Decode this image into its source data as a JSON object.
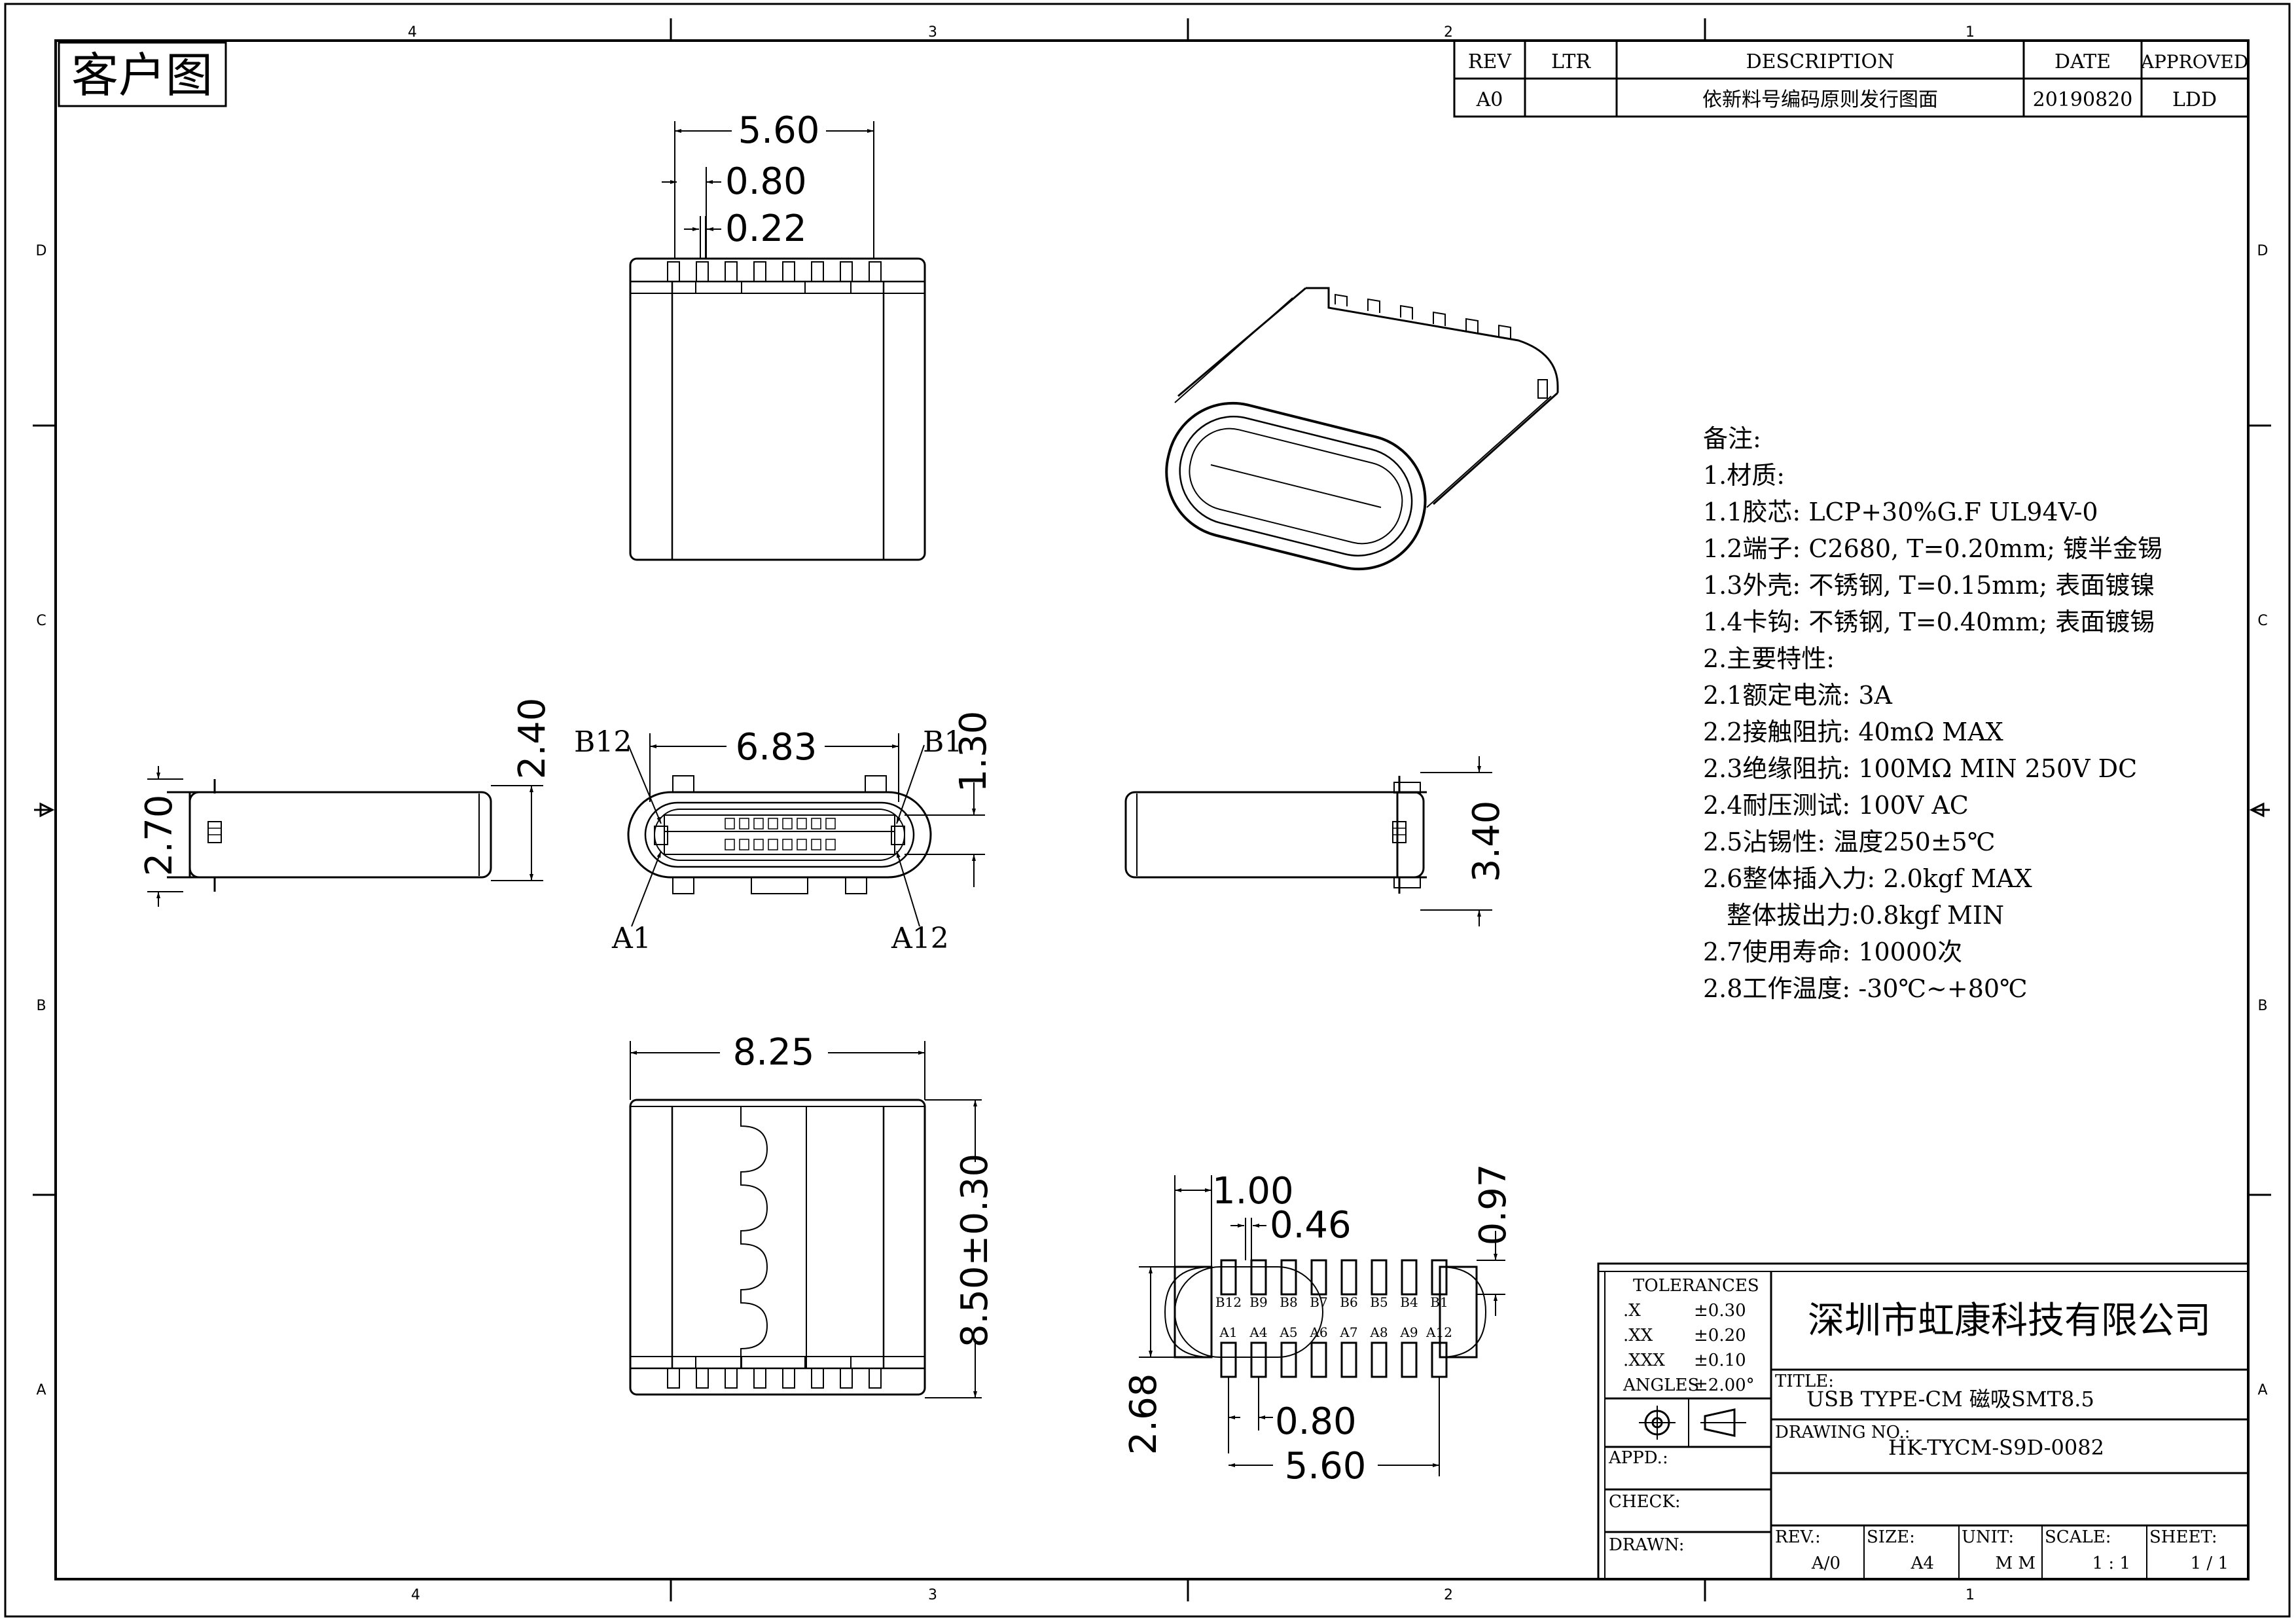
{
  "title_tag": "客户图",
  "zones": {
    "columns": [
      "4",
      "3",
      "2",
      "1"
    ],
    "rows": [
      "D",
      "C",
      "B",
      "A"
    ]
  },
  "revision_table": {
    "headers": [
      "REV",
      "LTR",
      "DESCRIPTION",
      "DATE",
      "APPROVED"
    ],
    "row": [
      "A0",
      "",
      "依新料号编码原则发行图面",
      "20190820",
      "LDD"
    ]
  },
  "dims": {
    "top_width": "5.60",
    "top_pitch": "0.80",
    "top_pin": "0.22",
    "side_left_height": "2.70",
    "front_height": "2.40",
    "front_width": "6.83",
    "front_inner": "1.30",
    "right_height": "3.40",
    "bottom_width": "8.25",
    "bottom_length": "8.50±0.30",
    "pad_pitch_pair": "1.00",
    "pad_width": "0.46",
    "pad_length": "0.97",
    "pad_row_height": "2.68",
    "pad_pitch": "0.80",
    "pad_span": "5.60"
  },
  "pin_labels": {
    "b12": "B12",
    "b1": "B1",
    "a1": "A1",
    "a12": "A12"
  },
  "pad_row_b": [
    "B12",
    "B9",
    "B8",
    "B7",
    "B6",
    "B5",
    "B4",
    "B1"
  ],
  "pad_row_a": [
    "A1",
    "A4",
    "A5",
    "A6",
    "A7",
    "A8",
    "A9",
    "A12"
  ],
  "notes": [
    "备注:",
    "1.材质:",
    "1.1胶芯: LCP+30%G.F UL94V-0",
    "1.2端子: C2680, T=0.20mm; 镀半金锡",
    "1.3外壳: 不锈钢, T=0.15mm; 表面镀镍",
    "1.4卡钩: 不锈钢, T=0.40mm; 表面镀锡",
    "2.主要特性:",
    "2.1额定电流: 3A",
    "2.2接触阻抗: 40mΩ MAX",
    "2.3绝缘阻抗: 100MΩ MIN 250V DC",
    "2.4耐压测试: 100V AC",
    "2.5沾锡性: 温度250±5℃",
    "2.6整体插入力: 2.0kgf MAX",
    "   整体拔出力:0.8kgf MIN",
    "2.7使用寿命: 10000次",
    "2.8工作温度: -30℃~+80℃"
  ],
  "title_block": {
    "tolerances_label": "TOLERANCES",
    "tol_rows": [
      [
        ".X",
        "±0.30"
      ],
      [
        ".XX",
        "±0.20"
      ],
      [
        ".XXX",
        "±0.10"
      ],
      [
        "ANGLES",
        "±2.00°"
      ]
    ],
    "company": "深圳市虹康科技有限公司",
    "title_label": "TITLE:",
    "title": "USB TYPE-CM 磁吸SMT8.5",
    "drawing_no_label": "DRAWING NO.:",
    "drawing_no": "HK-TYCM-S9D-0082",
    "appd_label": "APPD.:",
    "check_label": "CHECK:",
    "drawn_label": "DRAWN:",
    "rev_label": "REV.:",
    "rev": "A/0",
    "size_label": "SIZE:",
    "size": "A4",
    "unit_label": "UNIT:",
    "unit": "M M",
    "scale_label": "SCALE:",
    "scale": "1 : 1",
    "sheet_label": "SHEET:",
    "sheet": "1 / 1"
  }
}
